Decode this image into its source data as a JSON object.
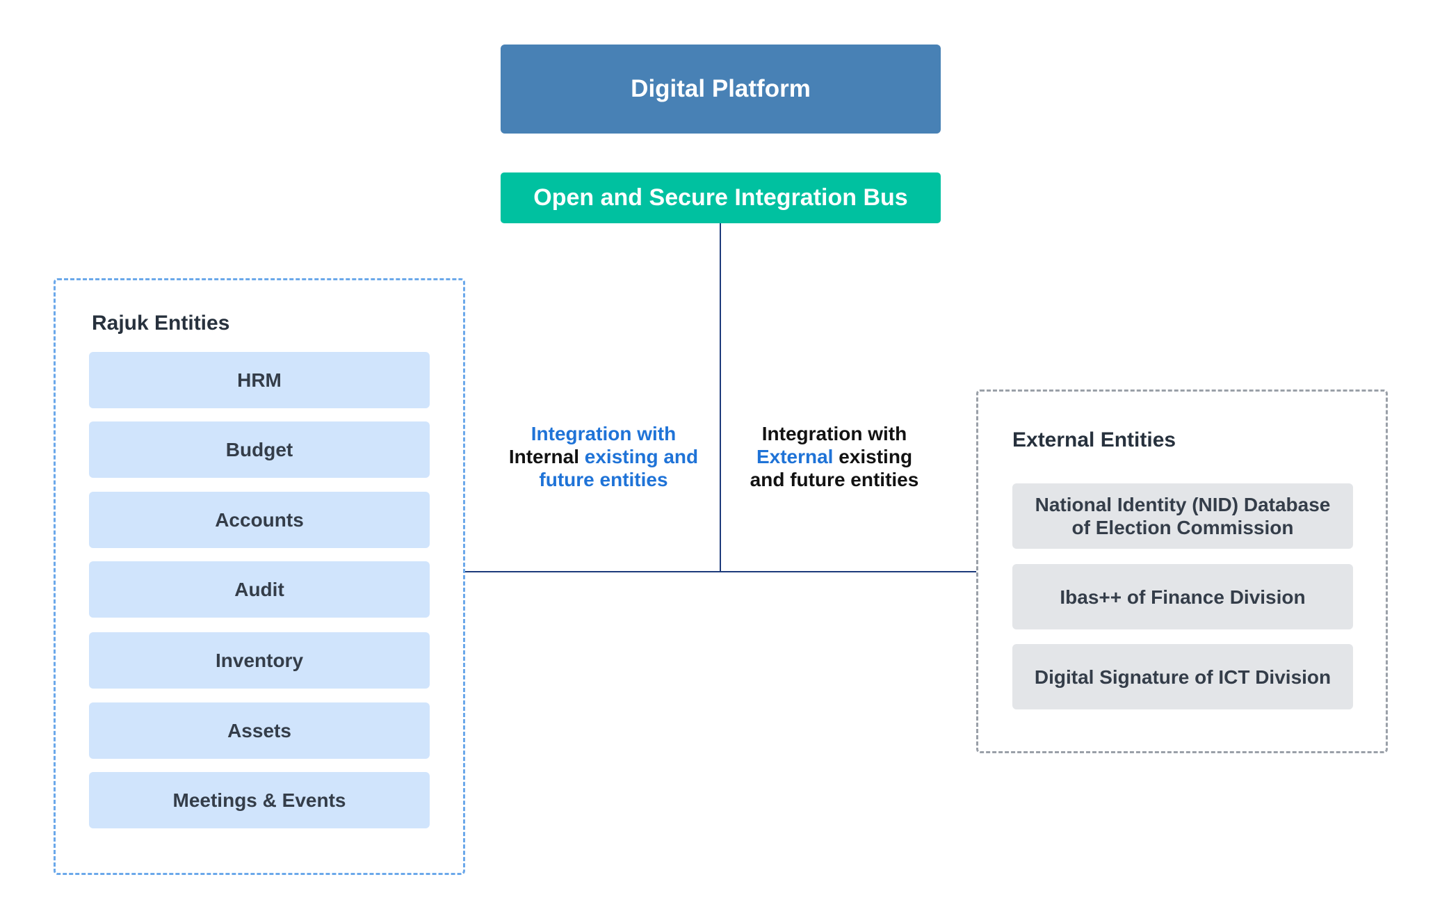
{
  "top": {
    "platform_label": "Digital Platform",
    "bus_label": "Open and Secure Integration Bus"
  },
  "rajuk": {
    "title": "Rajuk Entities",
    "items": [
      {
        "label": "HRM"
      },
      {
        "label": "Budget"
      },
      {
        "label": "Accounts"
      },
      {
        "label": "Audit"
      },
      {
        "label": "Inventory"
      },
      {
        "label": "Assets"
      },
      {
        "label": "Meetings & Events"
      }
    ]
  },
  "external": {
    "title": "External Entities",
    "items": [
      {
        "label": "National Identity (NID) Database of Election Commission"
      },
      {
        "label": "Ibas++ of Finance Division"
      },
      {
        "label": "Digital Signature of ICT Division"
      }
    ]
  },
  "notes": {
    "internal": {
      "line1": "Integration with",
      "line2_plain": "Internal",
      "line2_highlight": "existing and",
      "line3": "future entities"
    },
    "external": {
      "line1": "Integration with",
      "line2_highlight": "External",
      "line2_plain": "existing",
      "line3": "and future entities"
    }
  },
  "colors": {
    "platform": "#4881b5",
    "bus": "#00c1a0",
    "rajuk_item_bg": "#d0e4fc",
    "rajuk_border": "#6ba8ea",
    "external_item_bg": "#e3e5e8",
    "external_border": "#9aa0a8",
    "connector": "#1c3a7a",
    "highlight_text": "#1f73d7"
  }
}
